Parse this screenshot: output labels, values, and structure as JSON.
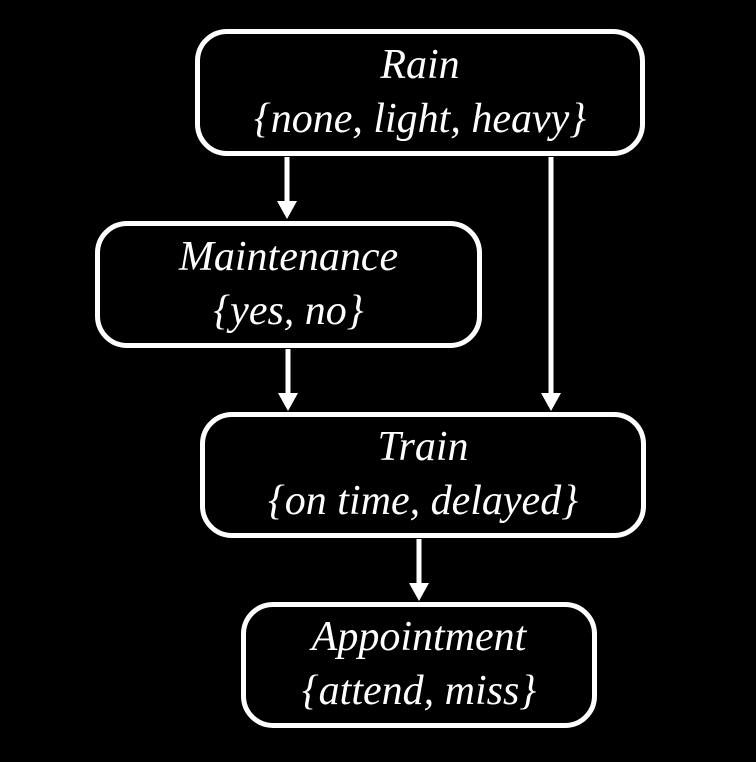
{
  "colors": {
    "background": "#000000",
    "node_border": "#ffffff",
    "node_fill": "#000000",
    "text": "#ffffff",
    "arrow": "#ffffff"
  },
  "diagram": {
    "type": "bayesian-network",
    "nodes": [
      {
        "id": "rain",
        "label": "Rain",
        "values": "{none, light, heavy}"
      },
      {
        "id": "maintenance",
        "label": "Maintenance",
        "values": "{yes, no}"
      },
      {
        "id": "train",
        "label": "Train",
        "values": "{on time, delayed}"
      },
      {
        "id": "appointment",
        "label": "Appointment",
        "values": "{attend, miss}"
      }
    ],
    "edges": [
      {
        "from": "rain",
        "to": "maintenance"
      },
      {
        "from": "rain",
        "to": "train"
      },
      {
        "from": "maintenance",
        "to": "train"
      },
      {
        "from": "train",
        "to": "appointment"
      }
    ]
  }
}
